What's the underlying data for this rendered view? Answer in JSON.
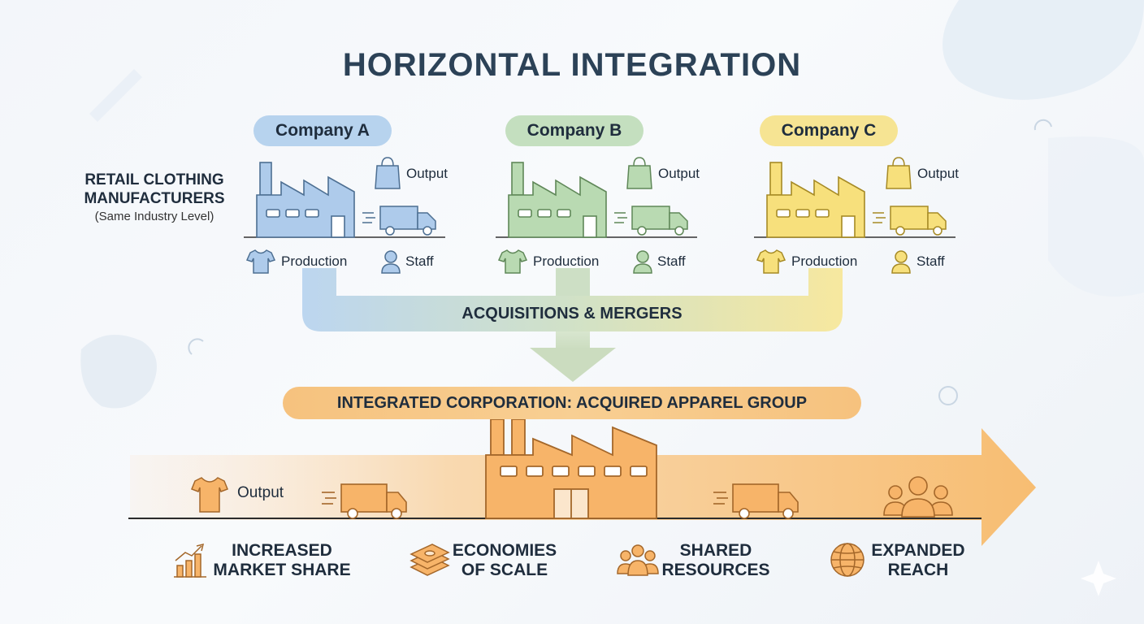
{
  "title": "HORIZONTAL INTEGRATION",
  "side_label": {
    "main": "RETAIL CLOTHING MANUFACTURERS",
    "sub": "(Same Industry Level)"
  },
  "companies": [
    {
      "name": "Company A",
      "output_label": "Output",
      "production_label": "Production",
      "staff_label": "Staff",
      "color": "#b7d3ee"
    },
    {
      "name": "Company B",
      "output_label": "Output",
      "production_label": "Production",
      "staff_label": "Staff",
      "color": "#c4dfbf"
    },
    {
      "name": "Company C",
      "output_label": "Output",
      "production_label": "Production",
      "staff_label": "Staff",
      "color": "#f6e493"
    }
  ],
  "merge_label": "ACQUISITIONS & MERGERS",
  "corporation_label": "INTEGRATED CORPORATION: ACQUIRED APPAREL GROUP",
  "flow": {
    "output_label": "Output"
  },
  "benefits": [
    {
      "line1": "INCREASED",
      "line2": "MARKET SHARE",
      "icon": "growth-chart-icon"
    },
    {
      "line1": "ECONOMIES",
      "line2": "OF SCALE",
      "icon": "money-stack-icon"
    },
    {
      "line1": "SHARED",
      "line2": "RESOURCES",
      "icon": "people-group-icon"
    },
    {
      "line1": "EXPANDED",
      "line2": "REACH",
      "icon": "globe-icon"
    }
  ],
  "colors": {
    "company_a": "#9fc3e8",
    "company_b": "#aed3a6",
    "company_c": "#f5dc6e",
    "corporation": "#f7b469",
    "title": "#2c4257"
  }
}
